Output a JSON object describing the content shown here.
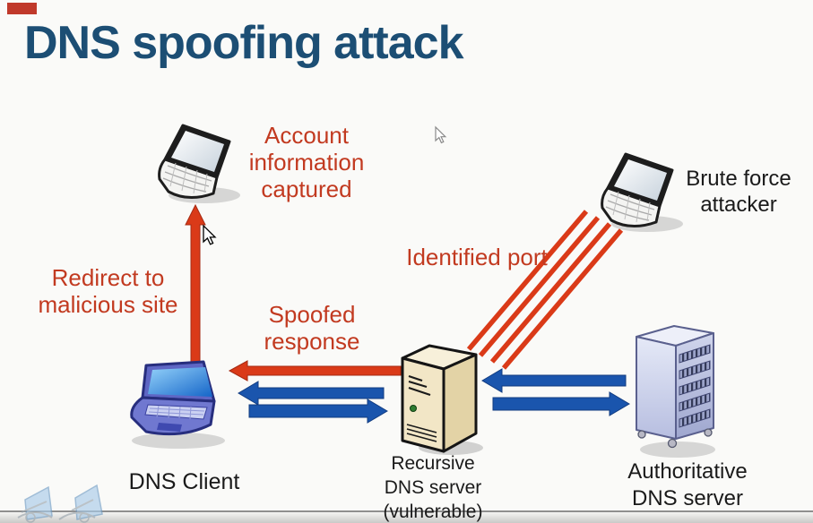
{
  "page": {
    "background": "#FAFAF8"
  },
  "title": {
    "text": "DNS spoofing attack",
    "color": "#1C4E74"
  },
  "annotations": {
    "color": "#C23A20",
    "account_captured": {
      "lines": [
        "Account",
        "information",
        "captured"
      ]
    },
    "redirect": {
      "lines": [
        "Redirect to",
        "malicious site"
      ]
    },
    "spoofed_response": {
      "lines": [
        "Spoofed",
        "response"
      ]
    },
    "identified_port": {
      "text": "Identified port"
    }
  },
  "nodes": {
    "dns_client": {
      "label": "DNS Client",
      "icon": "client-laptop-icon"
    },
    "recursive_server": {
      "lines": [
        "Recursive",
        "DNS server",
        "(vulnerable)"
      ],
      "icon": "tower-server-icon"
    },
    "authoritative_server": {
      "lines": [
        "Authoritative",
        "DNS server"
      ],
      "icon": "rack-server-icon"
    },
    "brute_force_attacker": {
      "lines": [
        "Brute force",
        "attacker"
      ],
      "icon": "attacker-laptop-icon"
    },
    "captured_machine": {
      "icon": "captured-laptop-icon"
    }
  },
  "colors": {
    "arrow_red": "#DA3A18",
    "arrow_blue": "#1A55AD",
    "title_blue": "#1C4E74",
    "annotation_red": "#C23A20",
    "label_black": "#1A1A1A",
    "corner_mark_red": "#C0392B"
  },
  "icons": [
    "captured-laptop-icon",
    "attacker-laptop-icon",
    "client-laptop-icon",
    "tower-server-icon",
    "rack-server-icon",
    "redirect-arrow",
    "spoofed-response-arrow",
    "client-query-arrow",
    "client-response-arrow",
    "auth-query-arrow",
    "auth-response-arrow",
    "identified-port-lines",
    "pointer-cursor-icon",
    "ghost-cursor-icon",
    "watermark-logo"
  ]
}
